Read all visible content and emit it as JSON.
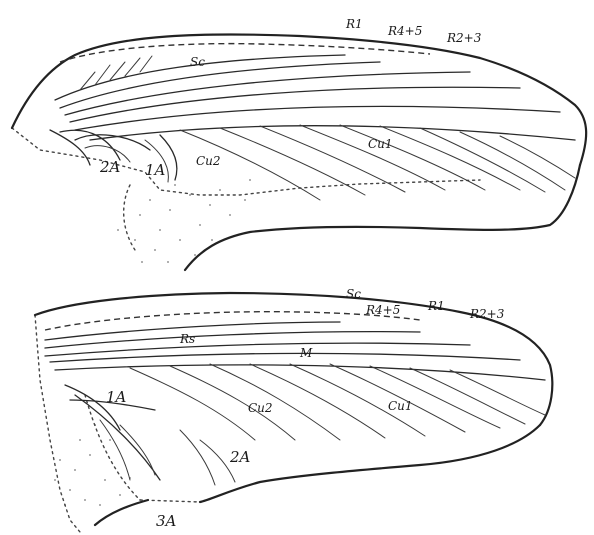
{
  "forewing": {
    "labels": {
      "r1": "R1",
      "r45": "R4+5",
      "r23": "R2+3",
      "sc": "Sc",
      "a2": "2A",
      "a1": "1A",
      "cu2": "Cu2",
      "cu1": "Cu1"
    }
  },
  "hindwing": {
    "labels": {
      "sc": "Sc",
      "r45": "R4+5",
      "r1": "R1",
      "r23": "R2+3",
      "rs": "Rs",
      "m": "M",
      "a1": "1A",
      "cu2": "Cu2",
      "cu1": "Cu1",
      "a2": "2A",
      "a3": "3A"
    }
  }
}
